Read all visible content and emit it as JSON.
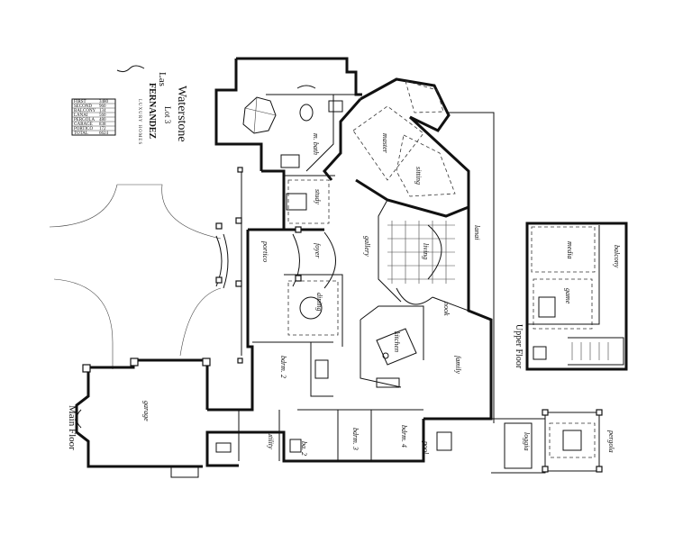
{
  "title": {
    "name": "Waterstone",
    "lot": "Lot 3",
    "brand_top": "Las",
    "brand_main": "FERNANDEZ",
    "brand_sub": "LUXURY HOMES"
  },
  "sqft_table": {
    "rows": [
      {
        "label": "FIRST",
        "value": "3480"
      },
      {
        "label": "SECOND",
        "value": "960"
      },
      {
        "label": "BALCONY",
        "value": "134"
      },
      {
        "label": "LANAI",
        "value": "560"
      },
      {
        "label": "PERGOLA",
        "value": "480"
      },
      {
        "label": "GARAGE",
        "value": "838"
      },
      {
        "label": "PORTICO",
        "value": "172"
      },
      {
        "label": "TOTAL",
        "value": "6624"
      }
    ]
  },
  "floors": {
    "main": "Main Floor",
    "upper": "Upper Floor"
  },
  "rooms": {
    "m_bath": "m. bath",
    "master": "master",
    "sitting": "sitting",
    "study": "study",
    "portico": "portico",
    "foyer": "foyer",
    "gallery": "gallery",
    "living": "living",
    "lanai": "lanai",
    "dining": "dining",
    "nook": "nook",
    "kitchen": "kitchen",
    "family": "family",
    "bdrm2": "bdrm. 2",
    "garage": "garage",
    "utility": "utility",
    "ba2": "ba. 2",
    "bdrm3": "bdrm. 3",
    "bdrm4": "bdrm. 4",
    "pool": "pool",
    "loggia": "loggia",
    "pergola": "pergola",
    "media": "media",
    "game": "game",
    "balcony": "balcony"
  }
}
